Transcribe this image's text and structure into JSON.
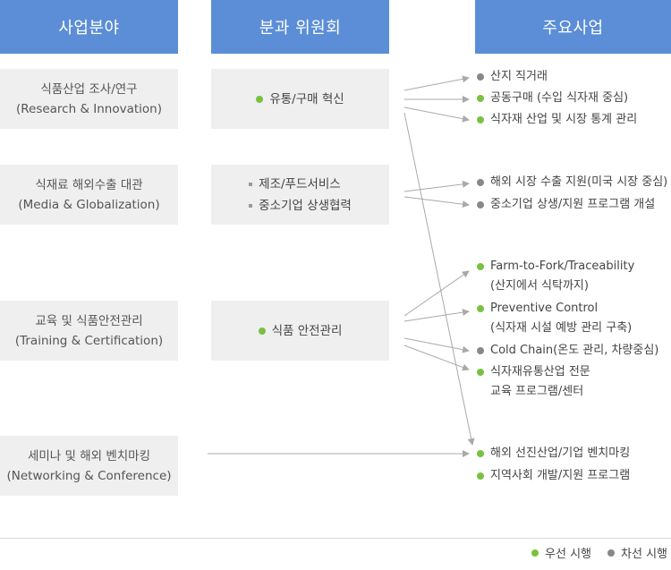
{
  "headers": {
    "field": "사업분야",
    "committee": "분과 위원회",
    "main": "주요사업"
  },
  "fields": [
    {
      "ko": "식품산업 조사/연구",
      "en": "(Research & Innovation)"
    },
    {
      "ko": "식재료 해외수출 대관",
      "en": "(Media & Globalization)"
    },
    {
      "ko": "교육 및 식품안전관리",
      "en": "(Training & Certification)"
    },
    {
      "ko": "세미나 및 해외 벤치마킹",
      "en": "(Networking & Conference)"
    }
  ],
  "committees": [
    {
      "bullet": "green-dot",
      "items": [
        "유통/구매 혁신"
      ]
    },
    {
      "bullet": "gray-square",
      "items": [
        "제조/푸드서비스",
        "중소기업 상생협력"
      ]
    },
    {
      "bullet": "green-dot",
      "items": [
        "식품 안전관리"
      ]
    }
  ],
  "programs": [
    {
      "status": "secondary",
      "lines": [
        "산지 직거래"
      ]
    },
    {
      "status": "priority",
      "lines": [
        "공동구매 (수입 식자재 중심)"
      ]
    },
    {
      "status": "priority",
      "lines": [
        "식자재 산업 및 시장 통계 관리"
      ]
    },
    {
      "status": "secondary",
      "lines": [
        "해외 시장 수출 지원(미국 시장 중심)"
      ]
    },
    {
      "status": "secondary",
      "lines": [
        "중소기업 상생/지원 프로그램 개설"
      ]
    },
    {
      "status": "priority",
      "lines": [
        "Farm-to-Fork/Traceability",
        "(산지에서 식탁까지)"
      ]
    },
    {
      "status": "priority",
      "lines": [
        "Preventive Control",
        "(식자재 시설 예방 관리 구축)"
      ]
    },
    {
      "status": "secondary",
      "lines": [
        "Cold Chain(온도 관리, 차량중심)"
      ]
    },
    {
      "status": "priority",
      "lines": [
        "식자재유통산업 전문",
        "교육 프로그램/센터"
      ]
    },
    {
      "status": "priority",
      "lines": [
        "해외 선진산업/기업 벤치마킹"
      ]
    },
    {
      "status": "priority",
      "lines": [
        "지역사회 개발/지원 프로그램"
      ]
    }
  ],
  "legend": {
    "priority": "우선 시행",
    "secondary": "차선 시행"
  },
  "colors": {
    "header": "#5b8ed6",
    "box": "#efefef",
    "priority": "#7ac141",
    "secondary": "#888888",
    "arrow": "#a9a9a9"
  }
}
